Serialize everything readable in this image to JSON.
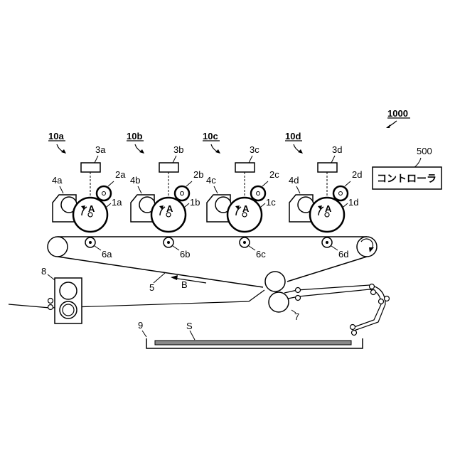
{
  "system_ref": "1000",
  "stations": [
    {
      "unit": "10a",
      "exposure": "3a",
      "charger": "2a",
      "developer": "4a",
      "drum": "1a",
      "transfer": "6a",
      "rotation": "A"
    },
    {
      "unit": "10b",
      "exposure": "3b",
      "charger": "2b",
      "developer": "4b",
      "drum": "1b",
      "transfer": "6b",
      "rotation": "A"
    },
    {
      "unit": "10c",
      "exposure": "3c",
      "charger": "2c",
      "developer": "4c",
      "drum": "1c",
      "transfer": "6c",
      "rotation": "A"
    },
    {
      "unit": "10d",
      "exposure": "3d",
      "charger": "2d",
      "developer": "4d",
      "drum": "1d",
      "transfer": "6d",
      "rotation": "A"
    }
  ],
  "controller": {
    "ref": "500",
    "label": "コントローラ"
  },
  "belt": {
    "ref": "5",
    "direction": "B"
  },
  "secondary_transfer": "7",
  "fuser": "8",
  "cassette": "9",
  "sheet": "S"
}
